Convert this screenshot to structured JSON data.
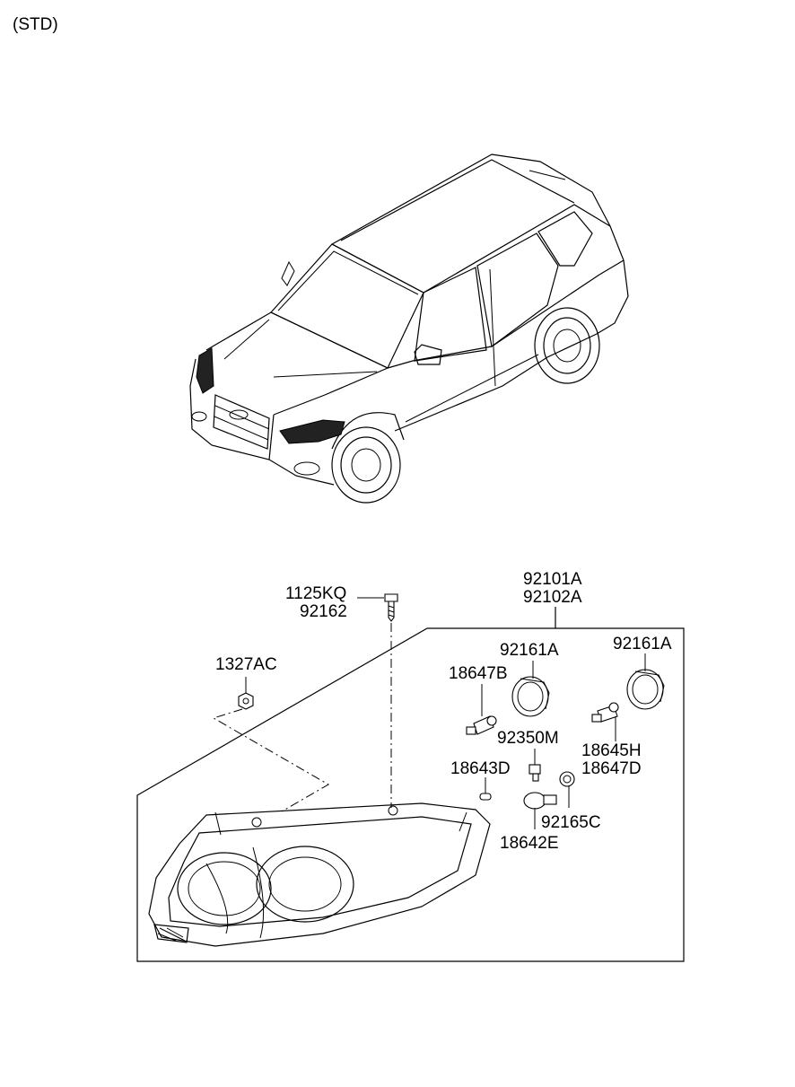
{
  "header": {
    "variant_label": "(STD)"
  },
  "callouts": {
    "assembly_line1": "92101A",
    "assembly_line2": "92102A",
    "bolt_line1": "1125KQ",
    "bolt_line2": "92162",
    "nut": "1327AC",
    "cap_left": "92161A",
    "cap_right": "92161A",
    "bulb_low": "18647B",
    "socket_indicator": "92350M",
    "bulb_high_line1": "18645H",
    "bulb_high_line2": "18647D",
    "bulb_position": "18643D",
    "socket_turn": "92165C",
    "bulb_turn": "18642E"
  }
}
